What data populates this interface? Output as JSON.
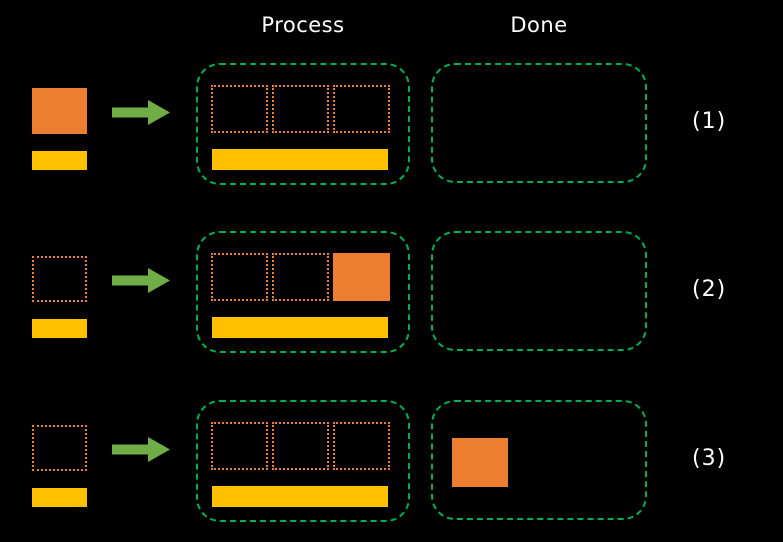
{
  "headers": {
    "process": "Process",
    "done": "Done"
  },
  "colors": {
    "background": "#000000",
    "text": "#FFFFFF",
    "orange": "#ED7D31",
    "yellow": "#FFC000",
    "arrow_green": "#70AD47",
    "box_green": "#00B050"
  },
  "rows": [
    {
      "label": "(1)",
      "source": "filled",
      "process_slots": [
        "empty",
        "empty",
        "empty"
      ],
      "done_items": 0
    },
    {
      "label": "(2)",
      "source": "empty",
      "process_slots": [
        "empty",
        "empty",
        "filled"
      ],
      "done_items": 0
    },
    {
      "label": "(3)",
      "source": "empty",
      "process_slots": [
        "empty",
        "empty",
        "empty"
      ],
      "done_items": 1
    }
  ]
}
